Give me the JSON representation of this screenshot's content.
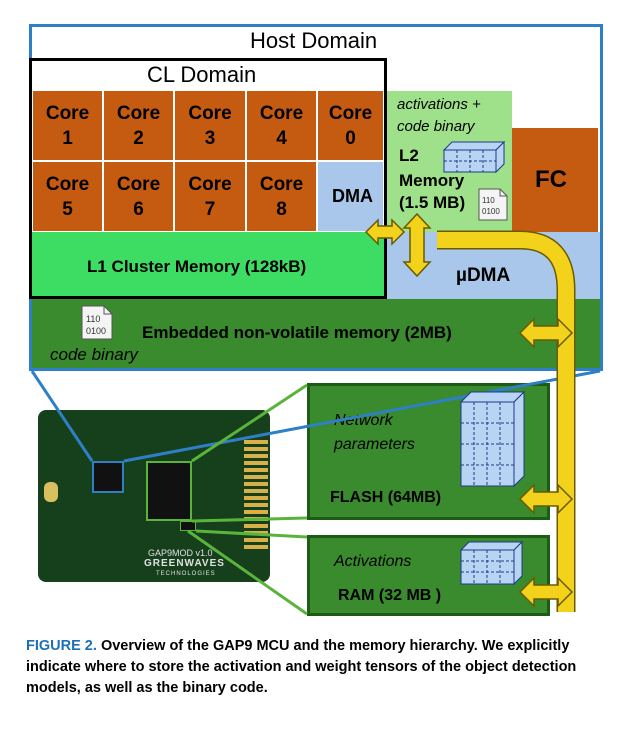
{
  "host_domain": {
    "label": "Host Domain"
  },
  "cl_domain": {
    "label": "CL Domain"
  },
  "cores": [
    {
      "name": "Core",
      "num": "1"
    },
    {
      "name": "Core",
      "num": "2"
    },
    {
      "name": "Core",
      "num": "3"
    },
    {
      "name": "Core",
      "num": "4"
    },
    {
      "name": "Core",
      "num": "0"
    },
    {
      "name": "Core",
      "num": "5"
    },
    {
      "name": "Core",
      "num": "6"
    },
    {
      "name": "Core",
      "num": "7"
    },
    {
      "name": "Core",
      "num": "8"
    }
  ],
  "dma": {
    "label": "DMA"
  },
  "l1": {
    "label": "L1 Cluster Memory (128kB)"
  },
  "l2": {
    "note_line1": "activations +",
    "note_line2": "code binary",
    "title": "L2",
    "line2": "Memory",
    "line3": "(1.5 MB)"
  },
  "fc": {
    "label": "FC"
  },
  "udma": {
    "label": "µDMA"
  },
  "envm": {
    "label": "Embedded non-volatile memory (2MB)",
    "note": "code binary"
  },
  "binary_icon": {
    "line1": "110",
    "line2": "0100"
  },
  "flash": {
    "note_line1": "Network",
    "note_line2": "parameters",
    "label": "FLASH (64MB)"
  },
  "ram": {
    "note": "Activations",
    "label": "RAM (32 MB )"
  },
  "board": {
    "chip_label": "GAP9MOD v1.0",
    "brand": "GREENWAVES",
    "brand_sub": "TECHNOLOGIES"
  },
  "caption": {
    "fig": "FIGURE 2.",
    "text": "Overview of the GAP9 MCU and the memory hierarchy. We explicitly indicate where to store the activation and weight tensors of the object detection models, as well as the binary code."
  },
  "colors": {
    "core": "#c55a11",
    "l1": "#3ddc63",
    "l2": "#9fe08a",
    "udma": "#a9c7ea",
    "envm": "#3a8a2e",
    "host_border": "#2f7fc7",
    "arrow": "#f2d21a",
    "link_green": "#5ab43c"
  }
}
